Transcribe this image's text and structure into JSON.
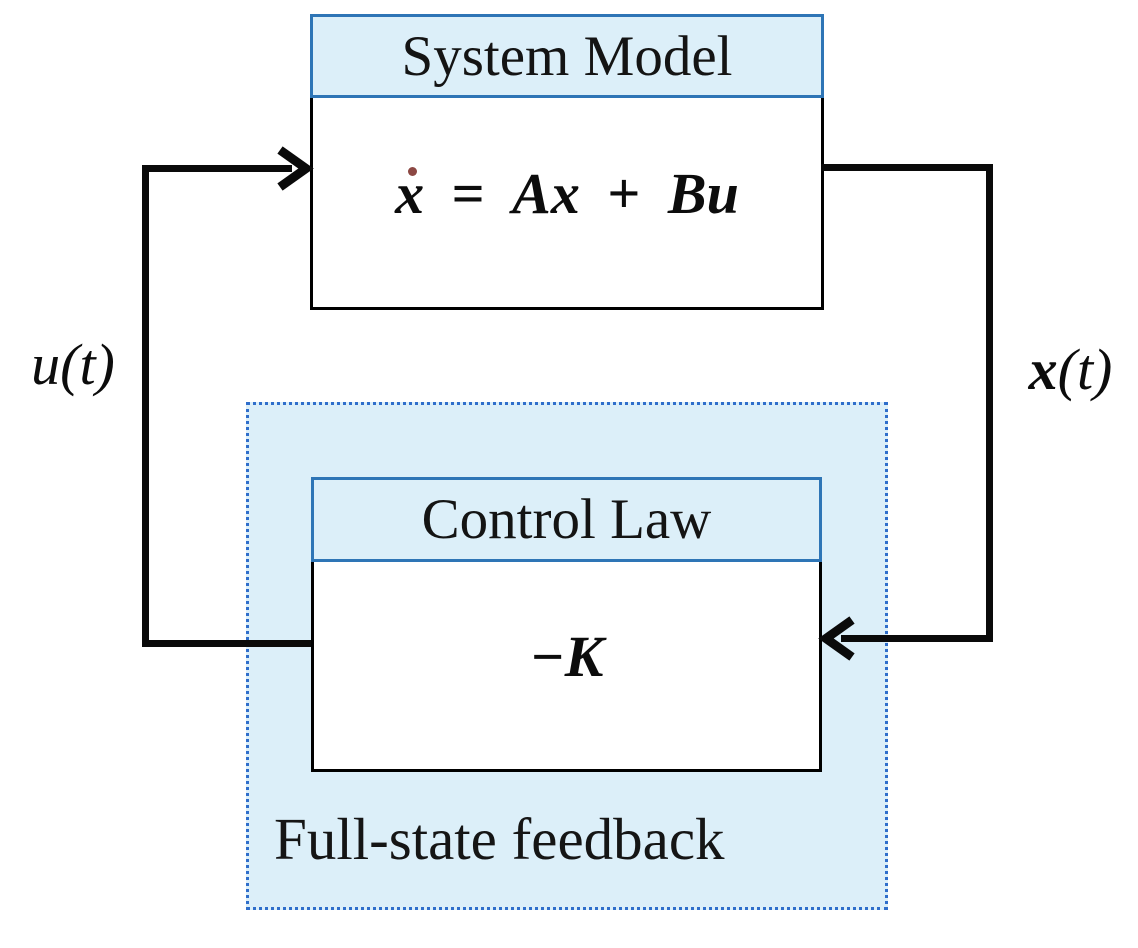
{
  "colors": {
    "fill": "#dceff9",
    "header_border": "#2e75b6",
    "dotted_border": "#2f6ecb",
    "line": "#0a0a0a",
    "derivative_dot": "#8c4843"
  },
  "system_model": {
    "title": "System Model",
    "equation": {
      "x": "x",
      "equals": "=",
      "Ax": "Ax",
      "plus": "+",
      "Bu": "Bu"
    }
  },
  "control_law": {
    "title": "Control Law",
    "gain": "−K"
  },
  "feedback_region": {
    "label": "Full-state feedback"
  },
  "signals": {
    "input": "u(t)",
    "state_x": "x",
    "state_t": "(t)"
  }
}
